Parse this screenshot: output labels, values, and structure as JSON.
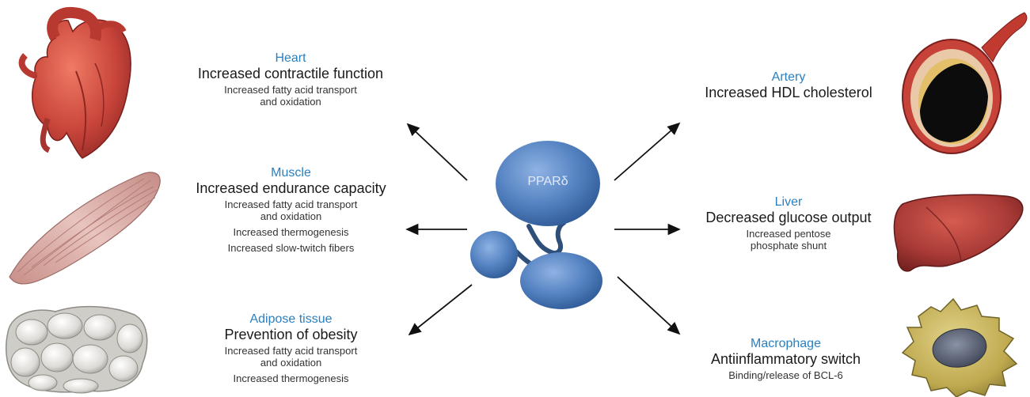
{
  "center": {
    "label": "PPARδ"
  },
  "targets": {
    "heart": {
      "title": "Heart",
      "main": "Increased contractile function",
      "details": [
        "Increased fatty acid transport\nand oxidation"
      ],
      "icon": "heart-icon"
    },
    "muscle": {
      "title": "Muscle",
      "main": "Increased endurance capacity",
      "details": [
        "Increased fatty acid transport\nand oxidation",
        "Increased thermogenesis",
        "Increased slow-twitch fibers"
      ],
      "icon": "muscle-icon"
    },
    "adipose": {
      "title": "Adipose tissue",
      "main": "Prevention of obesity",
      "details": [
        "Increased fatty acid transport\nand oxidation",
        "Increased thermogenesis"
      ],
      "icon": "adipose-tissue-icon"
    },
    "artery": {
      "title": "Artery",
      "main": "Increased HDL cholesterol",
      "details": [],
      "icon": "artery-icon"
    },
    "liver": {
      "title": "Liver",
      "main": "Decreased glucose output",
      "details": [
        "Increased pentose\nphosphate shunt"
      ],
      "icon": "liver-icon"
    },
    "macrophage": {
      "title": "Macrophage",
      "main": "Antiinflammatory switch",
      "details": [
        "Binding/release of BCL-6"
      ],
      "icon": "macrophage-icon"
    }
  },
  "colors": {
    "title": "#2a7fc0",
    "protein": "#4f7fbd",
    "heart": "#c9453b",
    "liver": "#a83a36",
    "muscle": "#d9a9a3",
    "macrophage": "#c8b25a"
  }
}
